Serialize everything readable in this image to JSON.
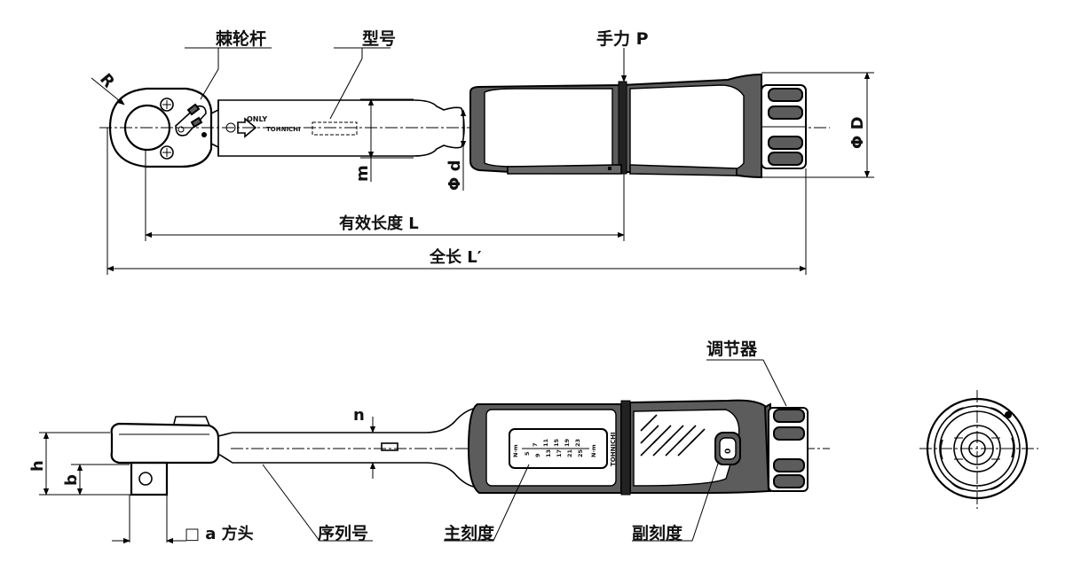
{
  "labels": {
    "ratchet_lever": "棘轮杆",
    "model": "型号",
    "hand_force": "手力 P",
    "radius": "R",
    "dia_d": "Φ d",
    "dia_D": "Φ D",
    "m": "m",
    "effective_length": "有效长度 L",
    "overall_length": "全长 L′",
    "adjuster": "调节器",
    "n": "n",
    "h": "h",
    "b": "b",
    "square_drive": "□ a  方头",
    "serial_number": "序列号",
    "main_scale": "主刻度",
    "sub_scale": "副刻度"
  },
  "handle_markings": {
    "only": "ONLY",
    "brand": "TOHNICHI",
    "brand_side": "TOHNICHI",
    "unit_top": "N·m",
    "unit_bottom": "N·m",
    "sub_zero": "0"
  },
  "main_scale_numbers": [
    "5",
    "7",
    "9",
    "11",
    "13",
    "15",
    "17",
    "19",
    "21",
    "23",
    "25"
  ]
}
